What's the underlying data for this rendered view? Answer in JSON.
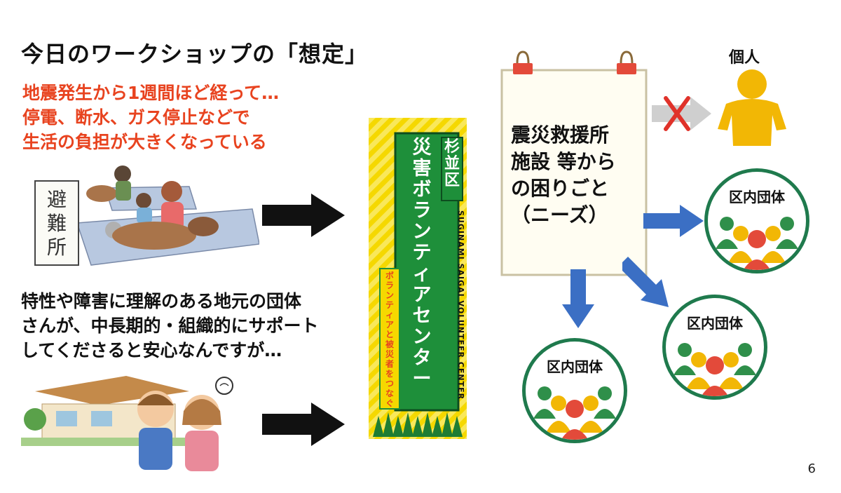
{
  "slide": {
    "title": "今日のワークショップの「想定」",
    "red_lines": [
      "地震発生から1週間ほど経って…",
      "停電、断水、ガス停止などで",
      "生活の負担が大きくなっている"
    ],
    "black_lines": [
      "特性や障害に理解のある地元の団体",
      "さんが、中長期的・組織的にサポート",
      "してくださると安心なんですが…"
    ],
    "page_number": "6"
  },
  "illustrations": {
    "shelter_sign_chars": [
      "避",
      "難",
      "所"
    ]
  },
  "banner": {
    "ward_chars": [
      "杉",
      "並",
      "区"
    ],
    "main_chars": [
      "災",
      "害",
      "ボ",
      "ラ",
      "ン",
      "テ",
      "ィ",
      "ア",
      "セ",
      "ン",
      "タ",
      "ー"
    ],
    "sub_chars": [
      "ボ",
      "ラ",
      "ン",
      "テ",
      "ィ",
      "ア",
      "と",
      "被",
      "災",
      "者",
      "を",
      "つ",
      "な",
      "ぐ"
    ],
    "english": "SUGINAMI SAIGAI VOLUNTEER CENTER"
  },
  "note": {
    "lines": [
      "震災救援所",
      "施設 等から",
      "の困りごと",
      "（ニーズ）"
    ]
  },
  "person_label": "個人",
  "groups": [
    {
      "label": "区内団体"
    },
    {
      "label": "区内団体"
    },
    {
      "label": "区内団体"
    }
  ],
  "colors": {
    "accent_red": "#e8431f",
    "banner_green": "#1e8f3a",
    "banner_yellow": "#f5d800",
    "arrow_blue": "#3b6fc4",
    "circle_border": "#1f7a4d",
    "person_yellow": "#f2b705"
  }
}
